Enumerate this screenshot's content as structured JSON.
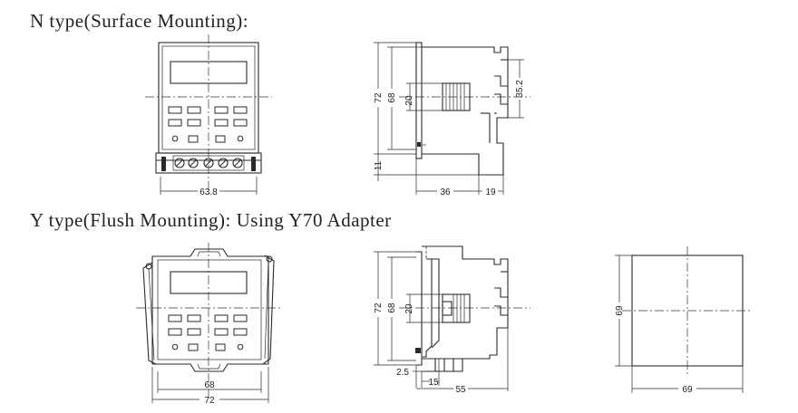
{
  "headings": {
    "n_type": "N type(Surface Mounting):",
    "y_type": "Y type(Flush Mounting): Using Y70 Adapter"
  },
  "dimensions": {
    "n_front_width": "63.8",
    "n_side_height": "72",
    "n_side_inner_height": "68",
    "n_side_center": "20",
    "n_side_bottom": "11",
    "n_side_right": "35.2",
    "n_side_depth": "36",
    "n_side_tail": "19",
    "y_front_inner_width": "68",
    "y_front_outer_width": "72",
    "y_side_height": "72",
    "y_side_inner_height": "68",
    "y_side_center": "20",
    "y_side_offset": "2.5",
    "y_side_adapter": "15",
    "y_side_depth": "55",
    "cutout_height": "69",
    "cutout_width": "69"
  }
}
